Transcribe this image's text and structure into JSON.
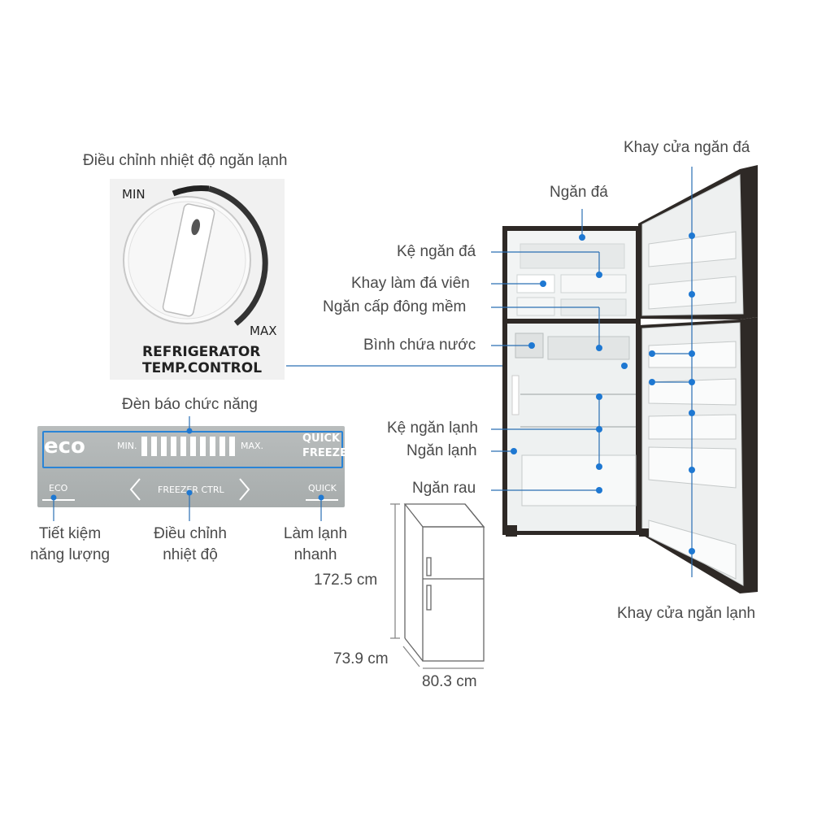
{
  "knob": {
    "title": "Điều chỉnh nhiệt độ ngăn lạnh",
    "min": "MIN",
    "max": "MAX",
    "caption_1": "REFRIGERATOR",
    "caption_2": "TEMP.CONTROL"
  },
  "control_panel": {
    "title": "Đèn báo chức năng",
    "eco": "eco",
    "min": "MIN.",
    "max": "MAX.",
    "level_segments": 10,
    "quick_freeze_1": "QUICK",
    "quick_freeze_2": "FREEZE",
    "eco_button": "ECO",
    "freezer_ctrl": "FREEZER CTRL",
    "quick_button": "QUICK",
    "left_arrow": "chevron-left-icon",
    "right_arrow": "chevron-right-icon"
  },
  "panel_labels": {
    "eco_1": "Tiết kiệm",
    "eco_2": "năng lượng",
    "temp_1": "Điều chỉnh",
    "temp_2": "nhiệt độ",
    "quick_1": "Làm lạnh",
    "quick_2": "nhanh"
  },
  "fridge_labels": {
    "freezer_door_tray": "Khay cửa ngăn đá",
    "freezer": "Ngăn đá",
    "freezer_shelf": "Kệ ngăn đá",
    "ice_tray": "Khay làm đá viên",
    "soft_freeze": "Ngăn cấp đông mềm",
    "water_tank": "Bình chứa nước",
    "fridge_shelf": "Kệ ngăn lạnh",
    "fridge": "Ngăn lạnh",
    "vegetable": "Ngăn rau",
    "fridge_door_tray": "Khay cửa ngăn lạnh"
  },
  "dimensions": {
    "height": "172.5 cm",
    "depth": "73.9 cm",
    "width": "80.3 cm"
  },
  "colors": {
    "callout": "#1e78d2",
    "line": "#2a6fb3",
    "fridge_body": "#2e2926",
    "panel_glass": "#aeb2b2"
  }
}
